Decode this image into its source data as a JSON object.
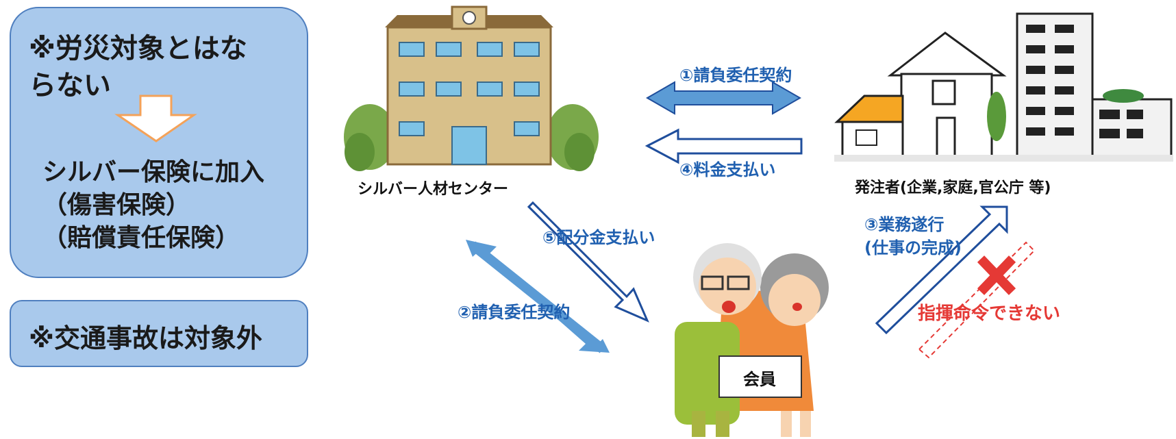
{
  "left_panel": {
    "note_title_line1": "※労災対象とはな",
    "note_title_line2": "らない",
    "insurance_line": "シルバー保険に加入",
    "insurance_item1": "（傷害保険）",
    "insurance_item2": "（賠償責任保険）",
    "traffic_note": "※交通事故は対象外"
  },
  "diagram": {
    "center_label": "シルバー人材センター",
    "client_label": "発注者(企業,家庭,官公庁 等)",
    "member_label": "会員",
    "arrow_1": "①請負委任契約",
    "arrow_4": "④料金支払い",
    "arrow_5": "⑤配分金支払い",
    "arrow_2": "②請負委任契約",
    "arrow_3_line1": "③業務遂行",
    "arrow_3_line2": "(仕事の完成)",
    "prohibited": "指揮命令できない"
  },
  "colors": {
    "panel_fill": "#a9c9ec",
    "panel_border": "#4f7fbf",
    "arrow_blue": "#5b9bd5",
    "arrow_outline": "#1f4e9c",
    "text_blue": "#2060b0",
    "cross_red": "#e53935",
    "down_arrow": "#f4a259"
  }
}
